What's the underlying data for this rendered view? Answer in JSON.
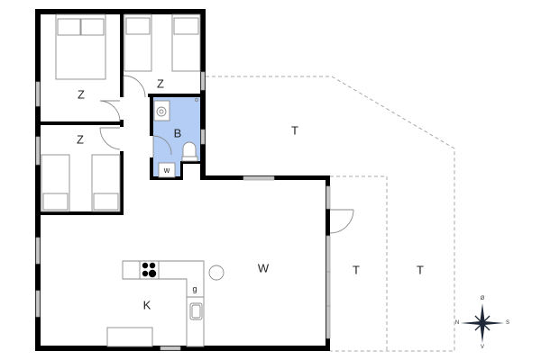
{
  "floorplan": {
    "colors": {
      "wall": "#000000",
      "bathroom_fill": "#b3cdf5",
      "window": "#c8c8c8",
      "furniture_stroke": "#8a8a8a",
      "terrace_dash": "#a8a8a8"
    },
    "rooms": {
      "bedroom_1": {
        "label": "Z"
      },
      "bedroom_2": {
        "label": "Z"
      },
      "bedroom_3": {
        "label": "Z"
      },
      "bathroom": {
        "label": "B"
      },
      "washer": {
        "label": "w"
      },
      "living": {
        "label": "W"
      },
      "kitchen": {
        "label": "K"
      },
      "kitchen_appliance": {
        "label": "g"
      },
      "terrace_north": {
        "label": "T"
      },
      "terrace_inner": {
        "label": "T"
      },
      "terrace_outer": {
        "label": "T"
      }
    },
    "compass": {
      "top": "Ø",
      "left": "N",
      "right": "S",
      "bottom": "V"
    }
  }
}
